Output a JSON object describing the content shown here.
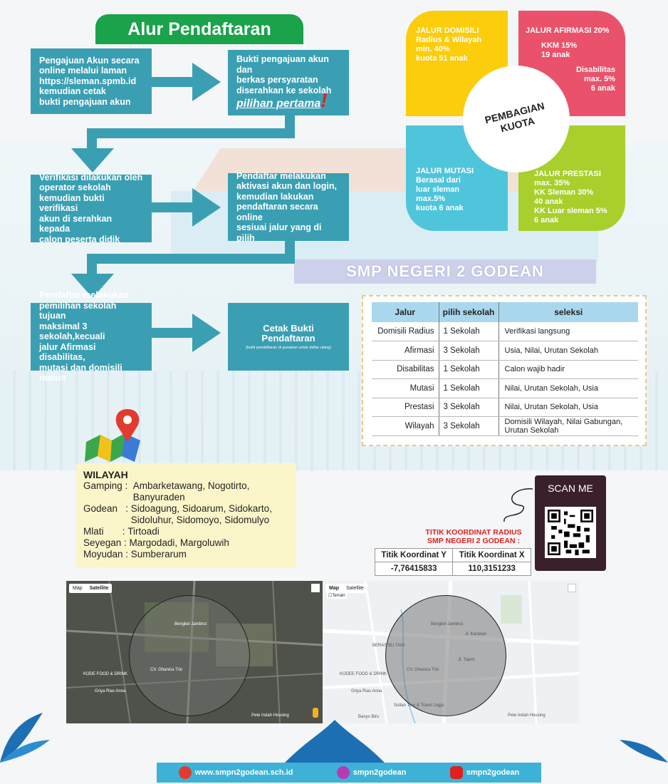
{
  "title": "Alur Pendaftaran",
  "flow": {
    "box1": [
      "Pengajuan Akun secara",
      "online melalui laman",
      "https://sleman.spmb.id",
      "kemudian cetak",
      "bukti pengajuan akun"
    ],
    "box2": [
      "Bukti pengajuan akun dan",
      "berkas persyaratan",
      "diserahkan ke sekolah"
    ],
    "box2_emphasis": "pilihan pertama",
    "box2_mark": "!",
    "box3": [
      "Verifikasi dilakukan oleh",
      "operator sekolah",
      "kemudian bukti verifikasi",
      "akun di serahkan kepada",
      "calon peserta didik"
    ],
    "box4": [
      "Pendaftar melakukan",
      "aktivasi akun dan login,",
      "kemudian lakukan",
      "pendaftaran secara online",
      "sesiuai jalur yang di pilih"
    ],
    "box5": [
      "Pendaftar melakukan",
      "pemilihan sekolah tujuan",
      "maksimal 3 sekolah,kecuali",
      "jalur Afirmasi disabilitas,",
      "mutasi dan domisili radius"
    ],
    "box6_main": "Cetak Bukti Pendaftaran",
    "box6_sub": "(bukti pendaftaran di gunakan untuk daftar ulang)"
  },
  "school_name": "SMP NEGERI 2 GODEAN",
  "quota": {
    "center": [
      "PEMBAGIAN",
      "KUOTA"
    ],
    "domisili": [
      "JALUR DOMISILI",
      "Radius & Wilayah",
      "min. 40%",
      "kuota 51 anak"
    ],
    "afirmasi_title": "JALUR AFIRMASI 20%",
    "afirmasi_kkm": [
      "KKM 15%",
      "19 anak"
    ],
    "afirmasi_dis": [
      "Disabilitas",
      "max. 5%",
      "6 anak"
    ],
    "mutasi": [
      "JALUR MUTASI",
      "Berasal dari",
      "luar sleman",
      "max.5%",
      "kuota 6 anak"
    ],
    "prestasi": [
      "JALUR PRESTASI",
      "max. 35%",
      "KK Sleman 30%",
      "40 anak",
      "KK Luar sleman 5%",
      "6  anak"
    ]
  },
  "table": {
    "headers": [
      "Jalur",
      "pilih sekolah",
      "seleksi"
    ],
    "rows": [
      [
        "Domisili Radius",
        "1 Sekolah",
        "Verifikasi langsung"
      ],
      [
        "Afirmasi",
        "3 Sekolah",
        "Usia, Nilai, Urutan Sekolah"
      ],
      [
        "Disabilitas",
        "1 Sekolah",
        "Calon wajib hadir"
      ],
      [
        "Mutasi",
        "1 Sekolah",
        "Nilai, Urutan Sekolah, Usia"
      ],
      [
        "Prestasi",
        "3 Sekolah",
        "Nilai, Urutan Sekolah, Usia"
      ],
      [
        "Wilayah",
        "3 Sekolah",
        "Domisili Wilayah, Nilai Gabungan, Urutan Sekolah"
      ]
    ]
  },
  "wilayah": {
    "title": "WILAYAH",
    "rows": [
      {
        "k": "Gamping :  ",
        "v": "Ambarketawang, Nogotirto, Banyuraden"
      },
      {
        "k": "Godean   : ",
        "v": "Sidoagung, Sidoarum, Sidokarto, Sidoluhur, Sidomoyo, Sidomulyo"
      },
      {
        "k": "Mlati       : ",
        "v": "Tirtoadi"
      },
      {
        "k": "Seyegan : ",
        "v": "Margodadi, Margoluwih"
      },
      {
        "k": "Moyudan : ",
        "v": "Sumberarum"
      }
    ]
  },
  "scan": "SCAN ME",
  "koordinat": {
    "title": [
      "TITIK KOORDINAT RADIUS",
      "SMP NEGERI 2 GODEAN :"
    ],
    "headers": [
      "Titik Koordinat Y",
      "Titik Koordinat X"
    ],
    "values": [
      "-7,76415833",
      "110,3151233"
    ]
  },
  "maps": {
    "tab_map": "Map",
    "tab_sat": "Satellite",
    "terrain": "Terrain",
    "sat_labels": [
      "Bengkel Jambrut",
      "CV. Ghanica Trio",
      "Griya Rias Anna",
      "KODE FOOD & DRINK",
      "Pete Indah Housing"
    ],
    "road_labels": [
      "Bengkel Jambrut",
      "CV. Ghanica Trio",
      "Griya Rias Anna",
      "KODEE FOOD & DRINK",
      "Pete Indah Housing",
      "Jl. Karakan",
      "Jl. Tajem",
      "BERAS BU TAHI",
      "Sultan Tour & Travel Jogja",
      "Banyu Biru"
    ]
  },
  "footer": {
    "web": "www.smpn2godean.sch.id",
    "ig": "smpn2godean",
    "yt": "smpn2godean"
  },
  "colors": {
    "flow": "#3a9fb3",
    "title_green": "#1aa34a",
    "yellow": "#fbcd0a",
    "red": "#e9526a",
    "cyan": "#4fc5dc",
    "green": "#a8cf2c"
  }
}
